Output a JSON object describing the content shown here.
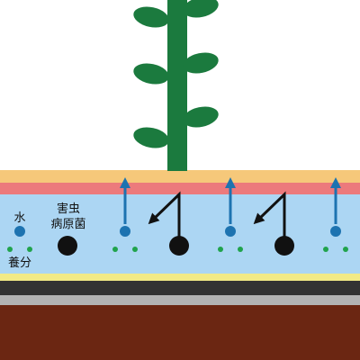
{
  "legend": {
    "water": "水",
    "nutrients": "養分",
    "pests": "害虫",
    "pathogens": "病原菌"
  },
  "colors": {
    "plant": "#1b7a3e",
    "topsoil_band": "#f6c87a",
    "red_band": "#ec7a7c",
    "water_layer": "#acd6f3",
    "yellow_band": "#f2ea86",
    "dark_band": "#333333",
    "gray_band": "#b3b3b3",
    "soil": "#6b2612",
    "water_dot": "#1d73b0",
    "nutrient_dot": "#20a34c",
    "pest_dot": "#111111",
    "arrow_up": "#1d73b0",
    "arrow_block": "#111111"
  },
  "icons": {
    "plant": "plant-icon",
    "water": "water-droplet-icon",
    "nutrient": "nutrient-dot-icon",
    "pest": "pathogen-dot-icon",
    "upward_arrow": "arrow-up-icon",
    "blocked_arrow": "blocked-arrow-icon"
  }
}
